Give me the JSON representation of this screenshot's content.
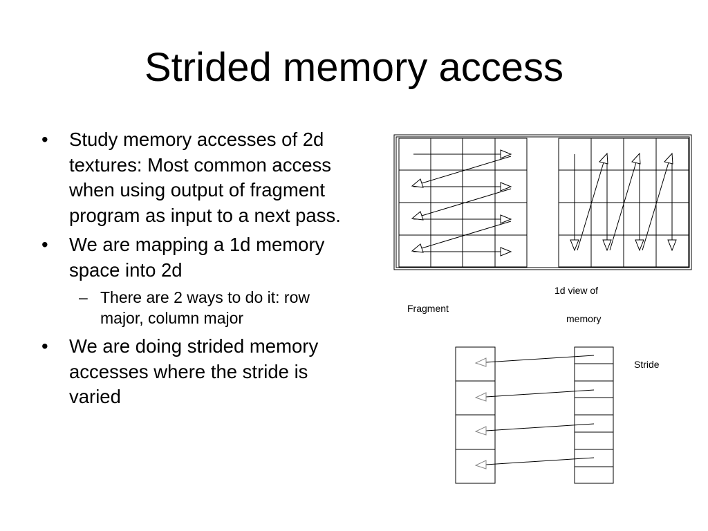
{
  "title": "Strided memory access",
  "bullets": [
    {
      "text": "Study memory accesses of 2d textures: Most common access when using output of fragment program as input to a next pass."
    },
    {
      "text": "We are mapping a 1d memory space into 2d",
      "subbullets": [
        "There are 2 ways to do it: row major, column major"
      ]
    },
    {
      "text": "We are doing strided memory accesses where the stride is varied"
    }
  ],
  "markers": {
    "bullet": "•",
    "subbullet": "–"
  },
  "diagram": {
    "label_1d_view_line1": "1d view of",
    "label_1d_view_line2": "memory",
    "label_fragment": "Fragment",
    "label_stride": "Stride"
  }
}
